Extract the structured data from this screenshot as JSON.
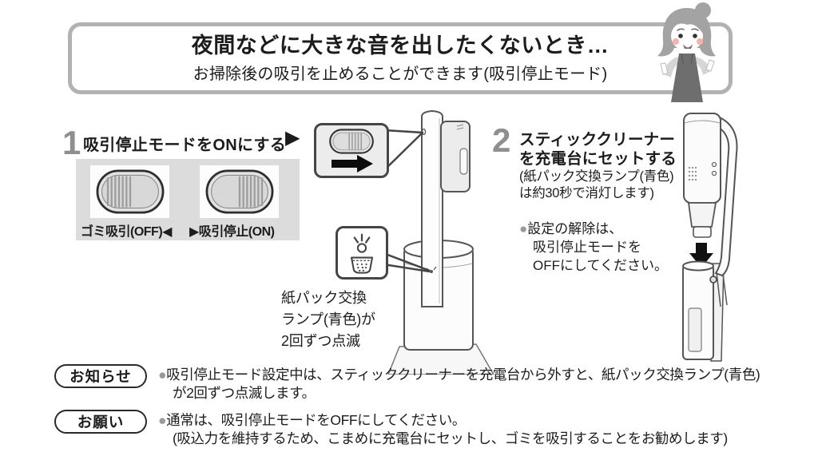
{
  "header": {
    "title": "夜間などに大きな音を出したくないとき…",
    "subtitle": "お掃除後の吸引を止めることができます(吸引停止モード)"
  },
  "step1": {
    "number": "1",
    "title": "吸引停止モードをONにする",
    "pointer": "▶",
    "switch_label_off": "ゴミ吸引(OFF)◀",
    "switch_label_on": "▶吸引停止(ON)"
  },
  "lamp_note": {
    "lines": [
      "紙パック交換",
      "ランプ(青色)が",
      "2回ずつ点滅"
    ]
  },
  "step2": {
    "number": "2",
    "title_line1": "スティッククリーナー",
    "title_line2": "を充電台にセットする",
    "sub_line1": "(紙パック交換ランプ(青色)",
    "sub_line2": "は約30秒で消灯します)",
    "bullet": "●",
    "note_line1": "設定の解除は、",
    "note_line2": "吸引停止モードを",
    "note_line3": "OFFにしてください。"
  },
  "notice": {
    "label": "お知らせ",
    "bullet": "●",
    "line1": "吸引停止モード設定中は、スティッククリーナーを充電台から外すと、紙パック交換ランプ(青色)",
    "line2": "が2回ずつ点滅します。"
  },
  "request": {
    "label": "お願い",
    "bullet": "●",
    "line1": "通常は、吸引停止モードをOFFにしてください。",
    "line2": "(吸込力を維持するため、こまめに充電台にセットし、ゴミを吸引することをお勧めします)"
  },
  "icons": {
    "woman": "woman-pointing-illustration",
    "slide_switch": "slide-switch-icon",
    "slide_arrow": "black-right-arrow-icon",
    "blink_lamp": "blinking-lamp-icon",
    "paper_pack": "paper-pack-icon",
    "set_arrow": "black-down-arrow-icon"
  },
  "colors": {
    "header_border": "#b2b2b2",
    "step_number": "#8f8f8f",
    "switch_panel_bg": "#dcdcdc",
    "outline": "#555555",
    "bullet_gray": "#9a9a9a",
    "text": "#1c1c1c"
  }
}
